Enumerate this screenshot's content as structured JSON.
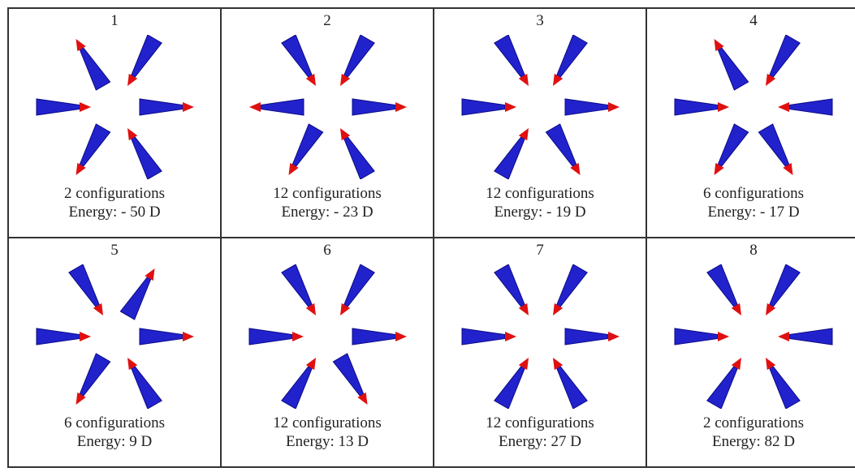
{
  "panels": [
    {
      "number": "1",
      "configurations": "2 configurations",
      "energy": "Energy: - 50 D",
      "arrows": [
        "out",
        "in",
        "out",
        "in",
        "out",
        "in"
      ]
    },
    {
      "number": "2",
      "configurations": "12 configurations",
      "energy": "Energy: - 23 D",
      "arrows": [
        "out",
        "in",
        "in",
        "out",
        "out",
        "in"
      ]
    },
    {
      "number": "3",
      "configurations": "12 configurations",
      "energy": "Energy: - 19 D",
      "arrows": [
        "out",
        "in",
        "in",
        "in",
        "in",
        "out"
      ]
    },
    {
      "number": "4",
      "configurations": "6 configurations",
      "energy": "Energy: - 17 D",
      "arrows": [
        "in",
        "in",
        "out",
        "in",
        "out",
        "out"
      ]
    },
    {
      "number": "5",
      "configurations": "6 configurations",
      "energy": "Energy:  9 D",
      "arrows": [
        "out",
        "out",
        "in",
        "in",
        "out",
        "in"
      ]
    },
    {
      "number": "6",
      "configurations": "12 configurations",
      "energy": "Energy: 13 D",
      "arrows": [
        "out",
        "in",
        "in",
        "in",
        "in",
        "out"
      ]
    },
    {
      "number": "7",
      "configurations": "12 configurations",
      "energy": "Energy: 27 D",
      "arrows": [
        "out",
        "in",
        "in",
        "in",
        "in",
        "in"
      ]
    },
    {
      "number": "8",
      "configurations": "2 configurations",
      "energy": "Energy: 82 D",
      "arrows": [
        "in",
        "in",
        "in",
        "in",
        "in",
        "in"
      ]
    }
  ],
  "colors": {
    "shaft": "#2222cc",
    "shaft_dark": "#0a0a88",
    "head": "#e01010"
  }
}
